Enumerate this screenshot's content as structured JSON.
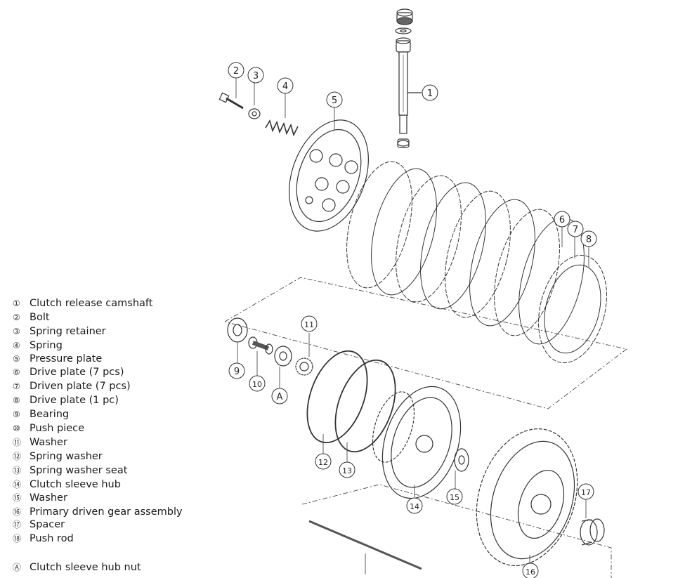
{
  "legend": [
    {
      "num": "①",
      "label": "Clutch release camshaft"
    },
    {
      "num": "②",
      "label": "Bolt"
    },
    {
      "num": "③",
      "label": "Spring retainer"
    },
    {
      "num": "④",
      "label": "Spring"
    },
    {
      "num": "⑤",
      "label": "Pressure plate"
    },
    {
      "num": "⑥",
      "label": "Drive plate (7 pcs)"
    },
    {
      "num": "⑦",
      "label": "Driven plate (7 pcs)"
    },
    {
      "num": "⑧",
      "label": "Drive plate (1 pc)"
    },
    {
      "num": "⑨",
      "label": "Bearing"
    },
    {
      "num": "⑩",
      "label": "Push piece"
    },
    {
      "num": "⑪",
      "label": "Washer"
    },
    {
      "num": "⑫",
      "label": "Spring washer"
    },
    {
      "num": "⑬",
      "label": "Spring washer seat"
    },
    {
      "num": "⑭",
      "label": "Clutch sleeve hub"
    },
    {
      "num": "⑮",
      "label": "Washer"
    },
    {
      "num": "⑯",
      "label": "Primary driven gear assembly"
    },
    {
      "num": "⑰",
      "label": "Spacer"
    },
    {
      "num": "⑱",
      "label": "Push rod"
    }
  ],
  "legend_extra": {
    "num": "Ⓐ",
    "label": "Clutch sleeve hub nut"
  },
  "callouts": {
    "c1": "1",
    "c2": "2",
    "c3": "3",
    "c4": "4",
    "c5": "5",
    "c6": "6",
    "c7": "7",
    "c8": "8",
    "c9": "9",
    "c10": "10",
    "c11": "11",
    "c12": "12",
    "c13": "13",
    "c14": "14",
    "c15": "15",
    "c16": "16",
    "c17": "17",
    "cA": "A"
  }
}
